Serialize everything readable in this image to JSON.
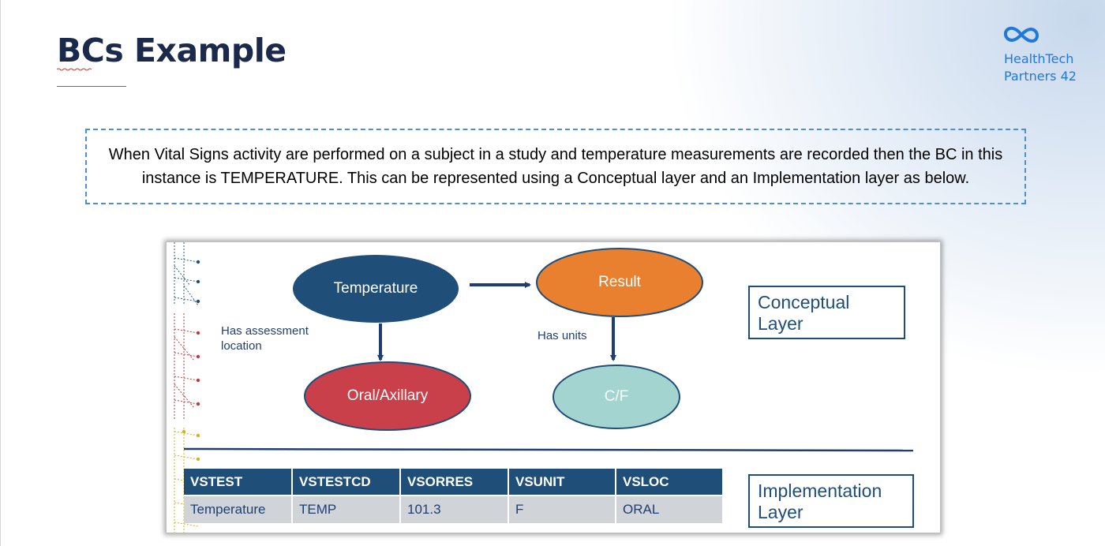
{
  "slide": {
    "title": "BCs Example",
    "description": "When Vital Signs activity are performed on a subject in a study and temperature measurements are recorded then the BC in this instance is TEMPERATURE. This can be represented using a Conceptual layer and an Implementation layer as below."
  },
  "logo": {
    "icon": "infinity-icon",
    "line1": "HealthTech",
    "line2": "Partners 42",
    "color": "#1f79d8"
  },
  "diagram": {
    "nodes": {
      "temperature": "Temperature",
      "result": "Result",
      "oral_axillary": "Oral/Axillary",
      "cf": "C/F"
    },
    "edges": {
      "has_assessment_location_line1": "Has assessment",
      "has_assessment_location_line2": "location",
      "has_units": "Has units"
    },
    "conceptual_layer": {
      "line1": "Conceptual",
      "line2": "Layer"
    },
    "implementation_layer": {
      "line1": "Implementation",
      "line2": "Layer"
    },
    "colors": {
      "temperature": "#1f4e79",
      "result": "#e8802f",
      "oral_axillary": "#c9404a",
      "cf": "#a3d4cf",
      "arrow": "#1f3f73"
    }
  },
  "table": {
    "headers": [
      "VSTEST",
      "VSTESTCD",
      "VSORRES",
      "VSUNIT",
      "VSLOC"
    ],
    "rows": [
      [
        "Temperature",
        "TEMP",
        "101.3",
        "F",
        "ORAL"
      ]
    ]
  }
}
